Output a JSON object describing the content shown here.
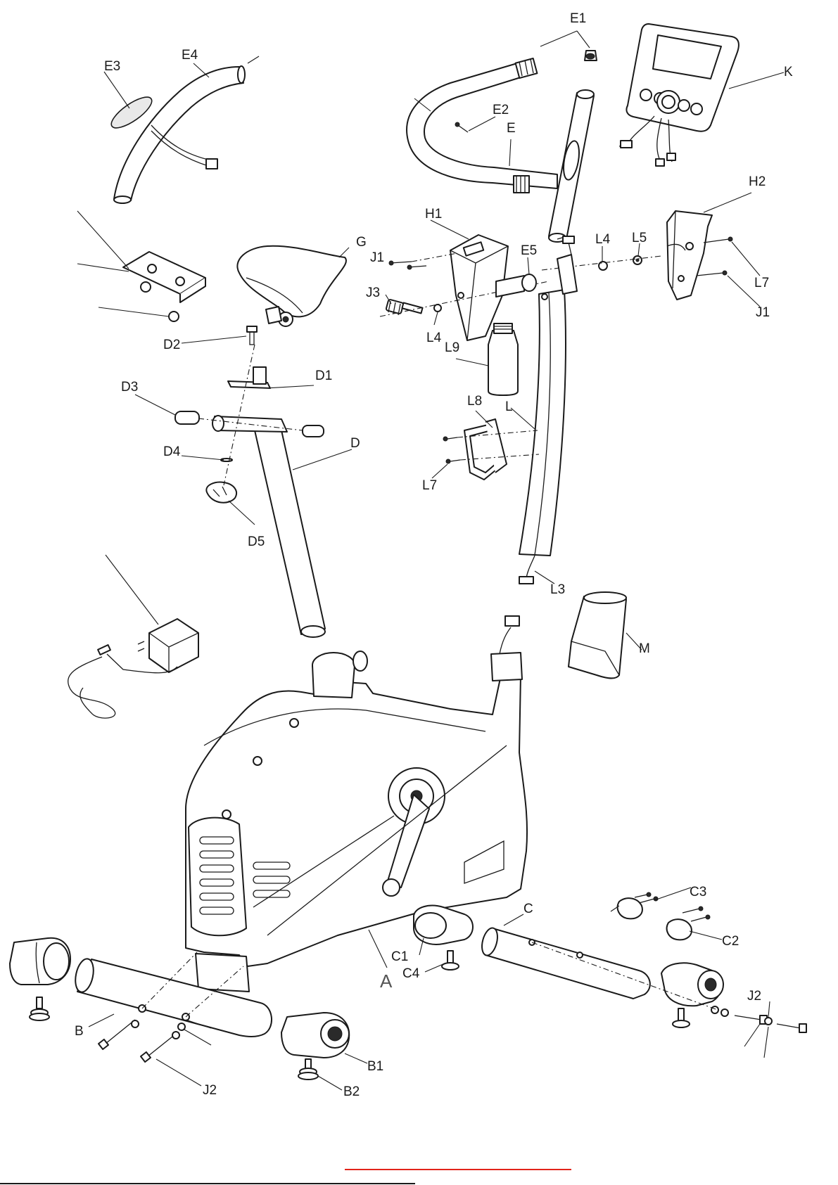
{
  "labels": {
    "E1": "E1",
    "E2": "E2",
    "E3": "E3",
    "E4": "E4",
    "E5": "E5",
    "E": "E",
    "K": "K",
    "H1": "H1",
    "H2": "H2",
    "G": "G",
    "J1a": "J1",
    "J1b": "J1",
    "J3": "J3",
    "L4a": "L4",
    "L4b": "L4",
    "L5": "L5",
    "L7a": "L7",
    "L7b": "L7",
    "L9": "L9",
    "L8": "L8",
    "L": "L",
    "L3": "L3",
    "M": "M",
    "D1": "D1",
    "D2": "D2",
    "D3": "D3",
    "D4": "D4",
    "D5": "D5",
    "D": "D",
    "A": "A",
    "B": "B",
    "B1": "B1",
    "B2": "B2",
    "C": "C",
    "C1": "C1",
    "C2": "C2",
    "C3": "C3",
    "C4": "C4",
    "J2a": "J2",
    "J2b": "J2"
  },
  "colors": {
    "line": "#1a1a1a",
    "footer_rule": "#e2231a",
    "background": "#ffffff"
  }
}
